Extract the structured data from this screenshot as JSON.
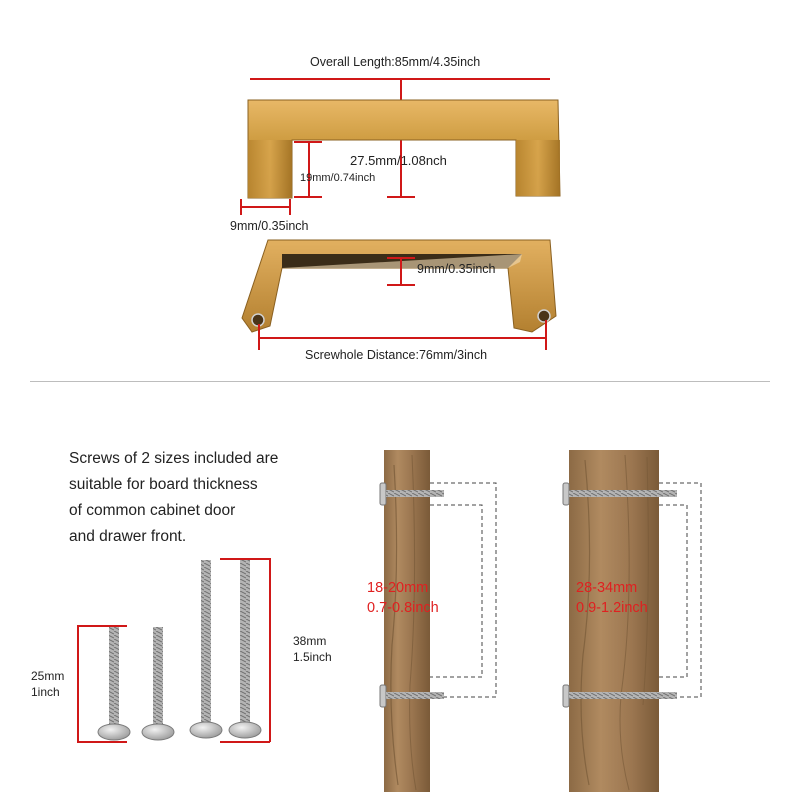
{
  "handle_top": {
    "overall_length": "Overall Length:85mm/4.35inch",
    "height_label": "27.5mm/1.08nch",
    "leg_label": "19mm/0.74inch",
    "width_label": "9mm/0.35inch"
  },
  "handle_bottom": {
    "thickness_label": "9mm/0.35inch",
    "screwhole_distance": "Screwhole Distance:76mm/3inch"
  },
  "screws": {
    "description_lines": [
      "Screws of 2 sizes included are",
      "suitable for board thickness",
      "of common cabinet door",
      "and drawer front."
    ],
    "short_screw": {
      "mm": "25mm",
      "inch": "1inch"
    },
    "long_screw": {
      "mm": "38mm",
      "inch": "1.5inch"
    }
  },
  "boards": [
    {
      "mm": "18-20mm",
      "inch": "0.7-0.8inch"
    },
    {
      "mm": "28-34mm",
      "inch": "0.9-1.2inch"
    }
  ],
  "colors": {
    "gold": "#c9973a",
    "dimension_red": "#d01818",
    "wood": "#a07a50"
  }
}
